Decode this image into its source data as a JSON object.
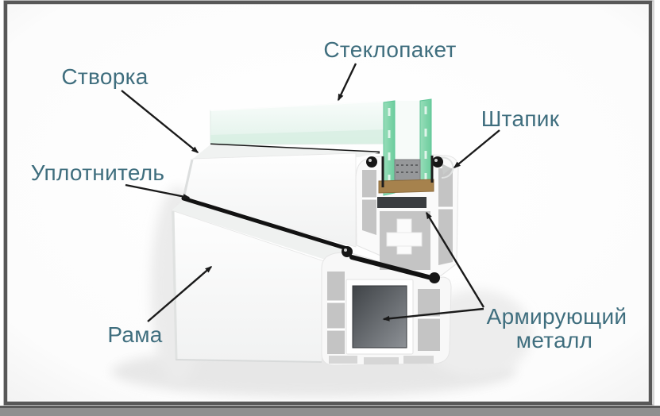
{
  "diagram": {
    "labels": {
      "sash": "Створка",
      "glazing_unit": "Стеклопакет",
      "bead": "Штапик",
      "seal": "Уплотнитель",
      "frame": "Рама",
      "reinforcement_line1": "Армирующий",
      "reinforcement_line2": "металл"
    },
    "colors": {
      "label_text": "#3f6e7e",
      "arrow": "#1a1a1a",
      "glass_green": "#7fd3a6",
      "pvc_white": "#fbfbfb",
      "chamber_gray": "#c4c4c4",
      "reinforcement_dark": "#44484c",
      "seal_black": "#141414",
      "glazing_shim_brown": "#a6824d",
      "picture_border": "#585858",
      "bottom_strip": "#8f8f8f"
    }
  }
}
